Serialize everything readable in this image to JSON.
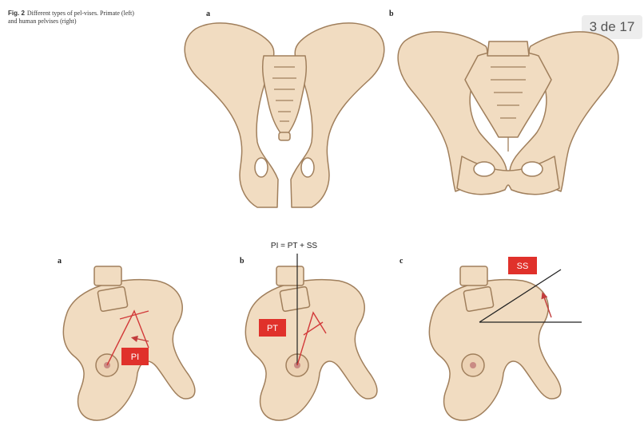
{
  "caption": {
    "label": "Fig. 2",
    "text": "Different types of pel-vises. Primate (left) and human pelvises (right)"
  },
  "page_indicator": "3 de 17",
  "top_row": {
    "panel_a": "a",
    "panel_b": "b"
  },
  "bottom_row": {
    "panel_a": "a",
    "panel_b": "b",
    "panel_c": "c",
    "formula": "PI = PT + SS",
    "tag_pi": "PI",
    "tag_pt": "PT",
    "tag_ss": "SS"
  },
  "colors": {
    "bone_fill": "#f1dcc1",
    "bone_edge": "#a07f5c",
    "tag_red": "#e0312b",
    "angle_line": "#d23a3a"
  }
}
